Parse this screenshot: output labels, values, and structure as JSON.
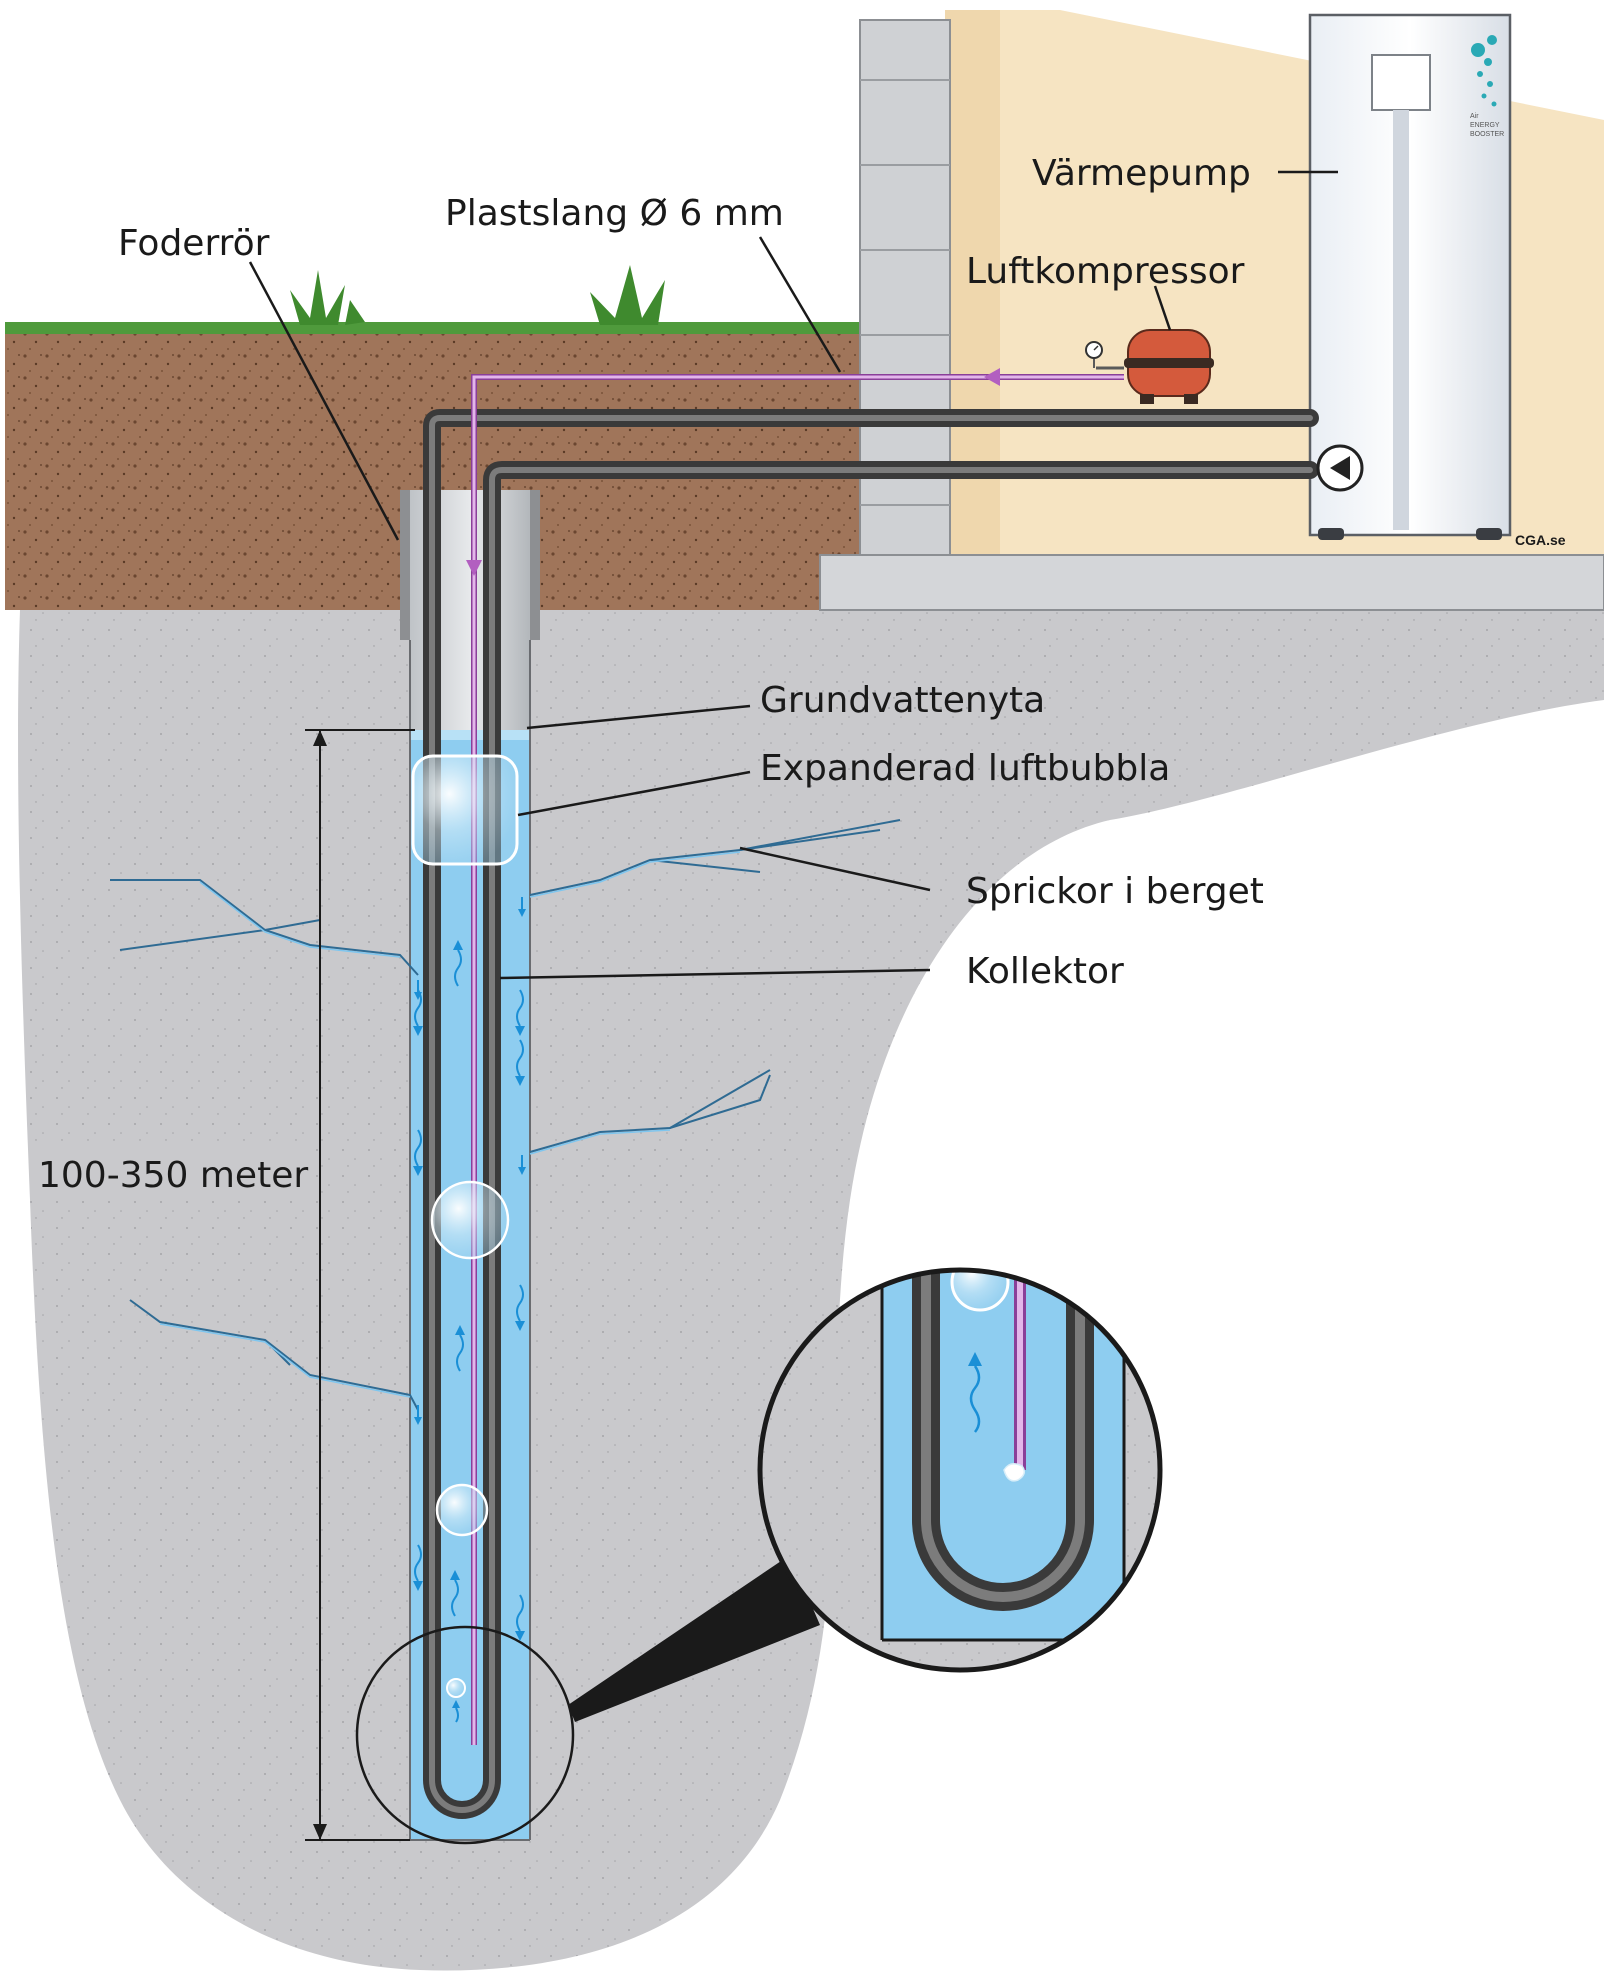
{
  "labels": {
    "foderror": "Foderrör",
    "plastslang": "Plastslang Ø 6 mm",
    "varmepump": "Värmepump",
    "luftkompressor": "Luftkompressor",
    "grundvattenyta": "Grundvattenyta",
    "expanderad": "Expanderad luftbubbla",
    "sprickor": "Sprickor i berget",
    "kollektor": "Kollektor",
    "depth": "100-350 meter",
    "credit": "CGA.se"
  },
  "brand_text": [
    "Air",
    "ENERGY",
    "BOOSTER"
  ],
  "colors": {
    "soil": "#9c7052",
    "rock": "#c7c7ca",
    "water": "#8ecdf0",
    "air_tube": "#c07ec8",
    "collector": "#4a4a4a",
    "wall": "#f6e4c2",
    "flow_arrow": "#1a8fd6"
  }
}
